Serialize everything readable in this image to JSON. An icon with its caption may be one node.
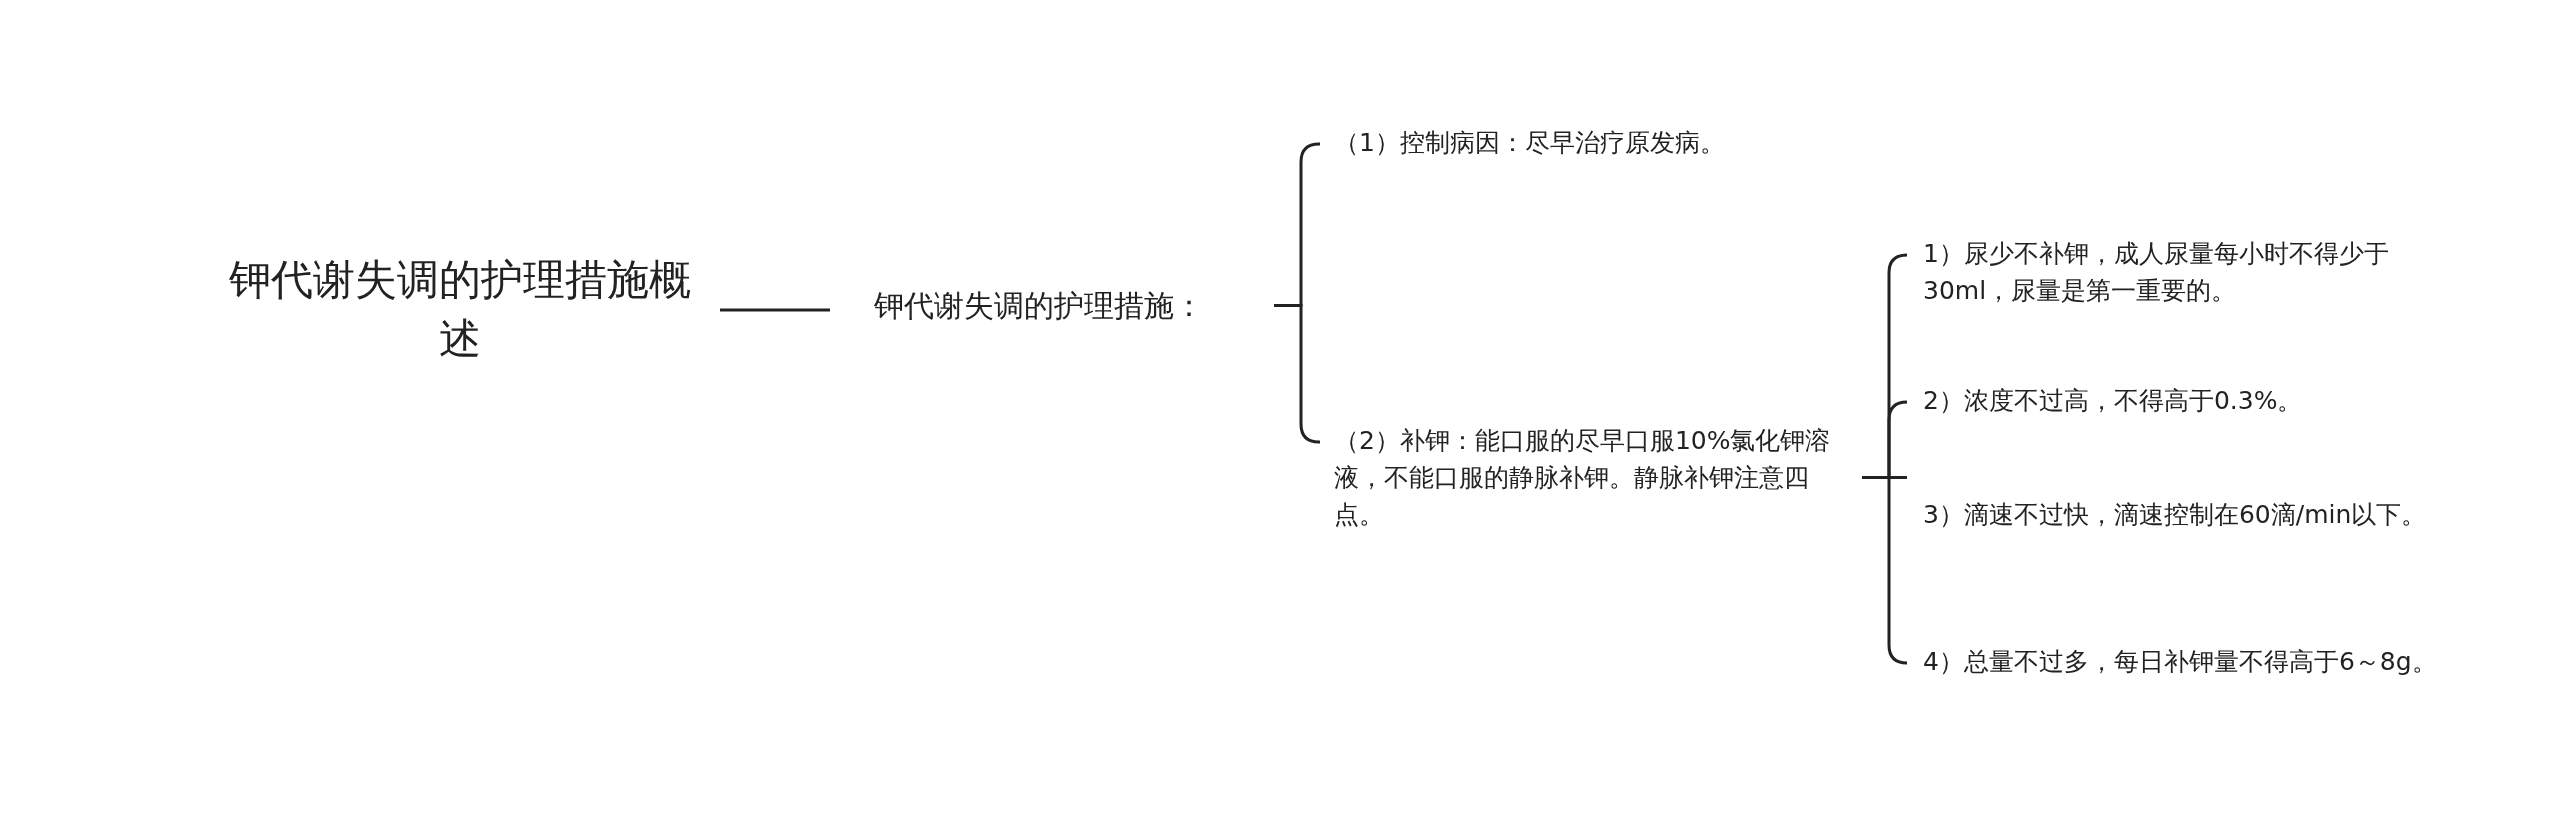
{
  "diagram": {
    "nodes": [
      {
        "text": [
          "钾代谢失调的护理措施概述"
        ]
      },
      {
        "text": [
          "钾代谢失调的护理措施："
        ]
      },
      {
        "text": [
          "（1）控制病因：尽早治疗原发病。"
        ]
      },
      {
        "text": [
          "（2）补钾：能口服的尽早口服10%氯化钾溶液，不能口服的静脉补钾。静脉补钾注意四点。"
        ]
      },
      {
        "text": [
          "1）尿少不补钾，成人尿量每小时不得少于30ml，尿量是第一重要的。"
        ]
      },
      {
        "text": [
          "2）浓度不过高，不得高于0.3%。"
        ]
      },
      {
        "text": [
          "3）滴速不过快，滴速控制在60滴/min以下。"
        ]
      },
      {
        "text": [
          "4）总量不过多，每日补钾量不得高于6～8g。"
        ]
      }
    ],
    "edges": [
      {
        "from": 0,
        "to": 1,
        "arrow": "none"
      },
      {
        "from": 1,
        "to": 2,
        "arrow": "none"
      },
      {
        "from": 1,
        "to": 3,
        "arrow": "none"
      },
      {
        "from": 3,
        "to": 4,
        "arrow": "none"
      },
      {
        "from": 3,
        "to": 5,
        "arrow": "none"
      },
      {
        "from": 3,
        "to": 6,
        "arrow": "none"
      },
      {
        "from": 3,
        "to": 7,
        "arrow": "none"
      }
    ]
  }
}
